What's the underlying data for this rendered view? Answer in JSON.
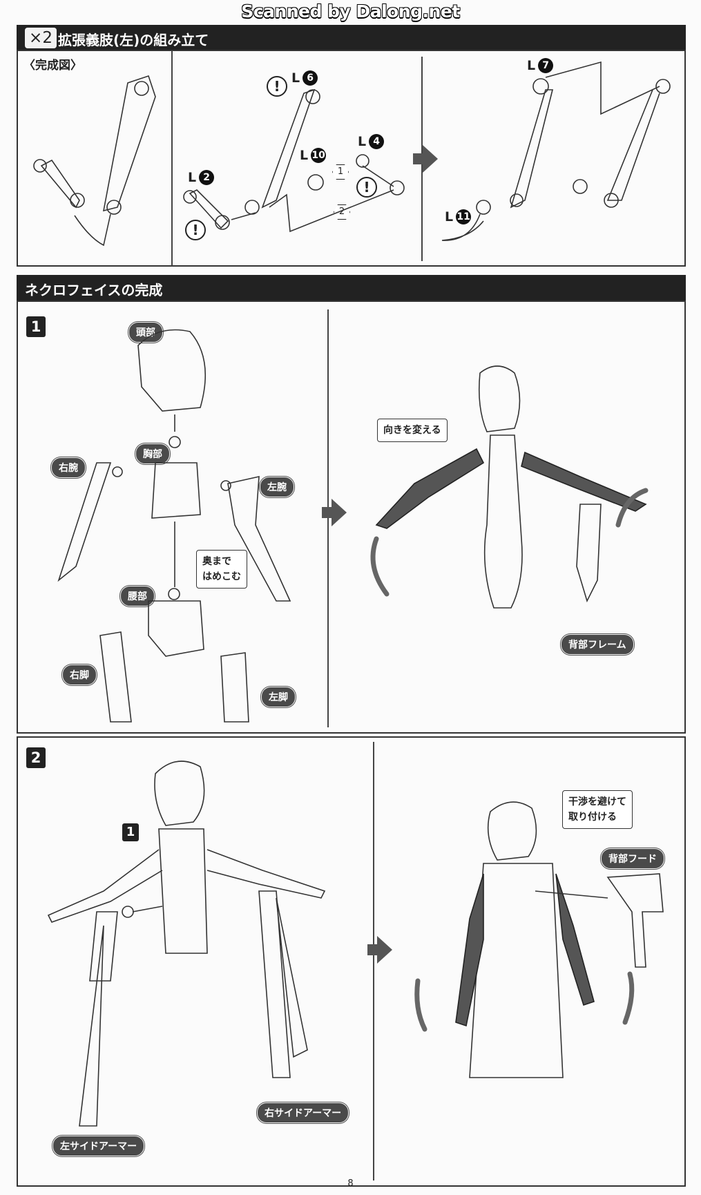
{
  "watermark": "Scanned by Dalong.net",
  "section1": {
    "multiplier": "×2",
    "title": "拡張義肢(左)の組み立て",
    "complete_label": "〈完成図〉",
    "parts": [
      {
        "prefix": "L",
        "num": "6"
      },
      {
        "prefix": "L",
        "num": "2"
      },
      {
        "prefix": "L",
        "num": "10"
      },
      {
        "prefix": "L",
        "num": "4"
      },
      {
        "prefix": "L",
        "num": "7"
      },
      {
        "prefix": "L",
        "num": "11"
      }
    ],
    "steps": [
      "1",
      "2"
    ],
    "warning_mark": "!"
  },
  "section2": {
    "title": "ネクロフェイスの完成",
    "step1": {
      "badge": "1",
      "labels": {
        "head": "頭部",
        "chest": "胸部",
        "right_arm": "右腕",
        "left_arm": "左腕",
        "waist": "腰部",
        "right_leg": "右脚",
        "left_leg": "左脚",
        "back_frame": "背部フレーム"
      },
      "callout_insert": "奥まで\nはめこむ",
      "callout_rotate": "向きを変える"
    },
    "step2": {
      "badge": "2",
      "ref_badge": "1",
      "labels": {
        "right_side_armor": "右サイドアーマー",
        "left_side_armor": "左サイドアーマー",
        "back_hood": "背部フード"
      },
      "callout_attach": "干渉を避けて\n取り付ける"
    }
  },
  "page_number": "8"
}
